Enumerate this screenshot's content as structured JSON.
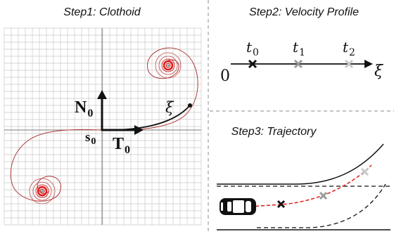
{
  "panels": {
    "clothoid": {
      "title": "Step1: Clothoid",
      "labels": {
        "normal_main": "N",
        "normal_sub": "0",
        "tangent_main": "T",
        "tangent_sub": "0",
        "start_main": "s",
        "start_sub": "0",
        "end": "ξ"
      }
    },
    "velocity": {
      "title": "Step2: Velocity Profile",
      "origin": "0",
      "axis_end": "ξ",
      "ticks": [
        {
          "main": "t",
          "sub": "0"
        },
        {
          "main": "t",
          "sub": "1"
        },
        {
          "main": "t",
          "sub": "2"
        }
      ]
    },
    "trajectory": {
      "title": "Step3: Trajectory"
    }
  },
  "colors": {
    "grid": "#c8c8c8",
    "curve": "#b03a3a",
    "spiral_core": "#e01818",
    "dash": "#e01818",
    "marker_dark": "#111111",
    "marker_mid": "#9a9a9a",
    "marker_light": "#c8c8c8",
    "divider": "#a0a0a0"
  }
}
